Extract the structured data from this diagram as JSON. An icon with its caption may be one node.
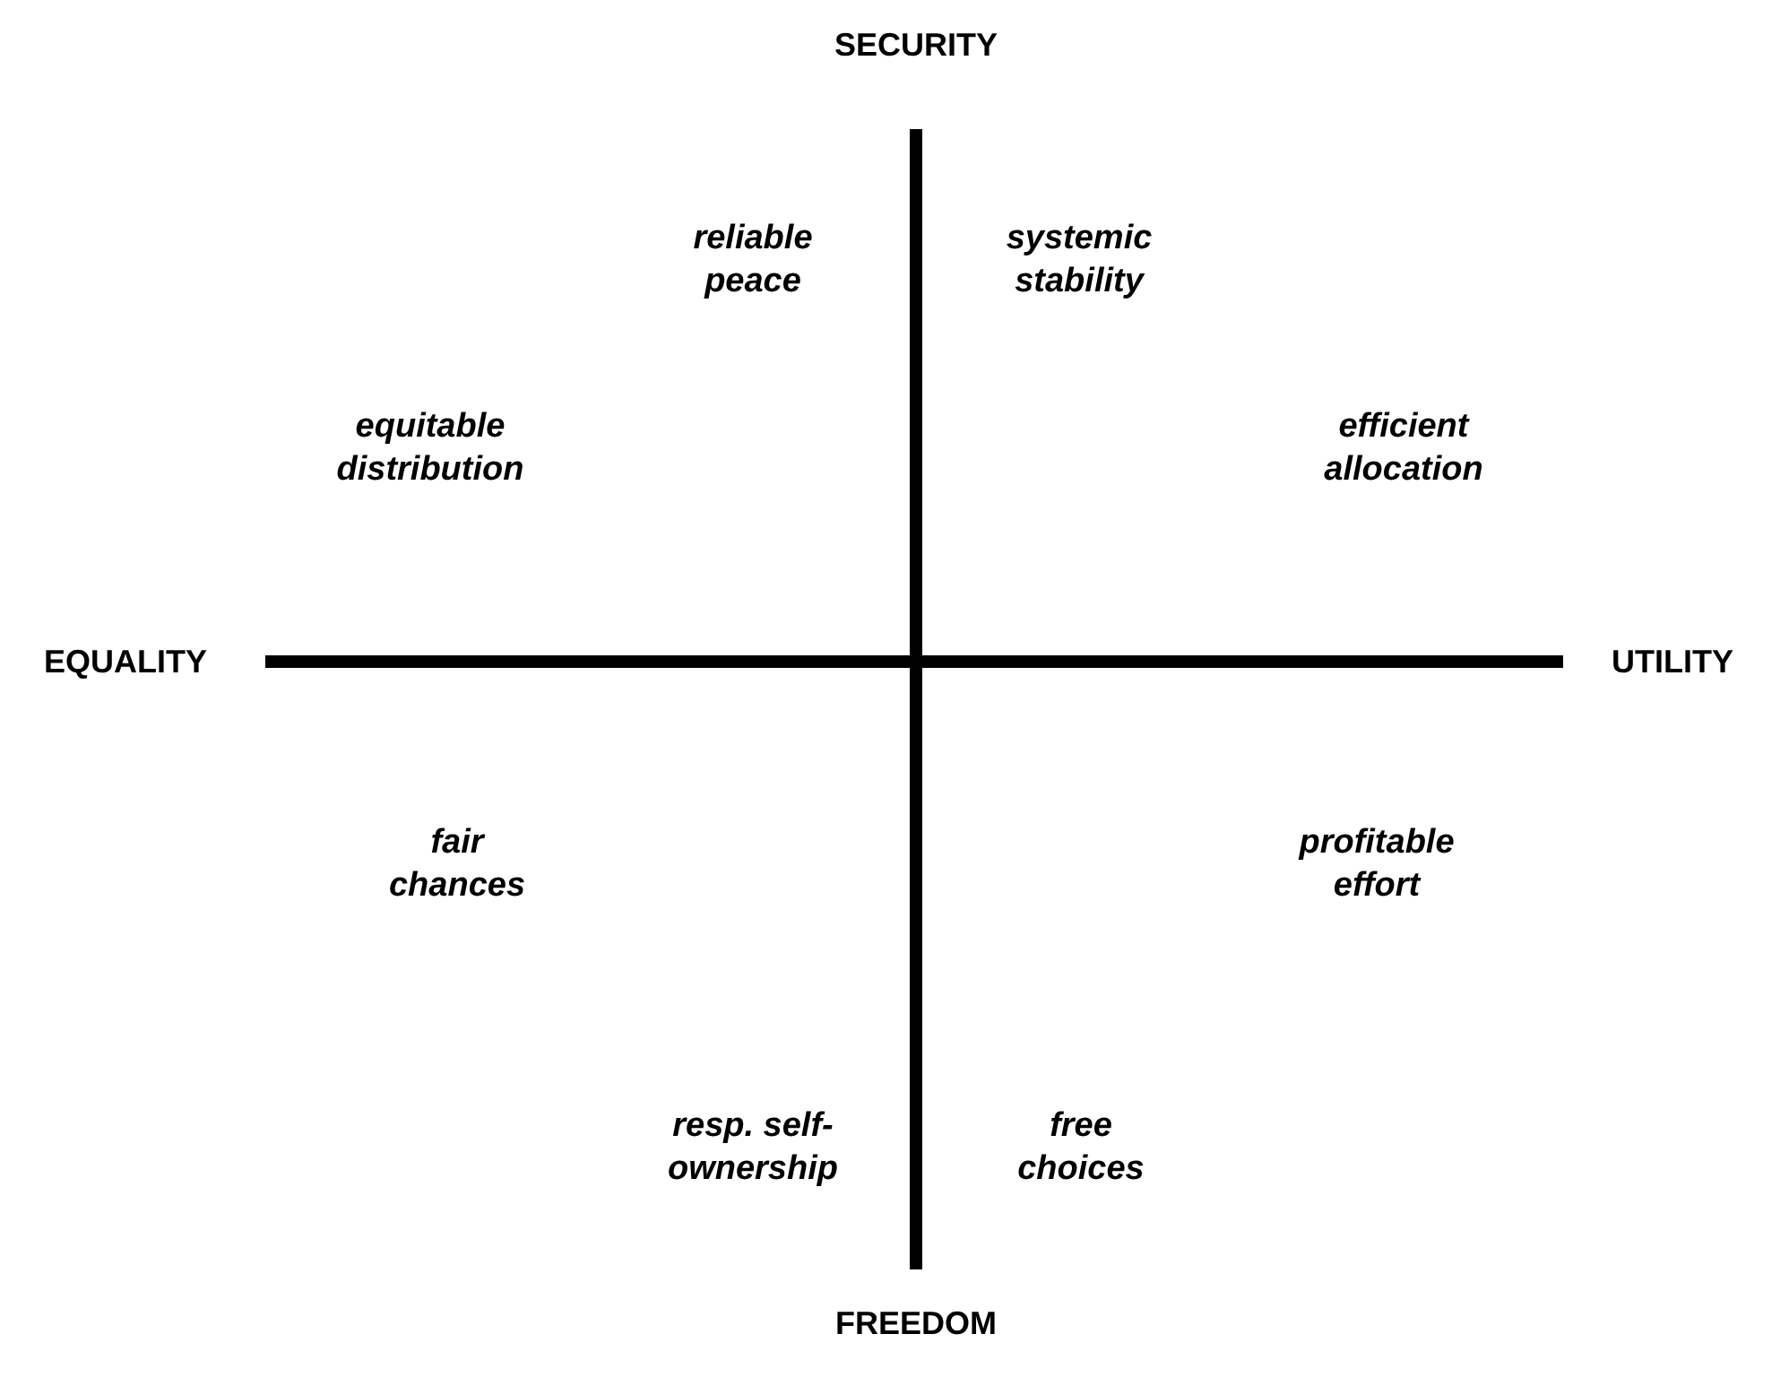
{
  "diagram": {
    "labels": [
      "SECURITY",
      "reliable peace",
      "systemic stability",
      "equitable distribution",
      "efficient allocation",
      "EQUALITY",
      "UTILITY",
      "fair chances",
      "profitable effort",
      "resp. self-ownership",
      "free choices",
      "FREEDOM"
    ]
  }
}
